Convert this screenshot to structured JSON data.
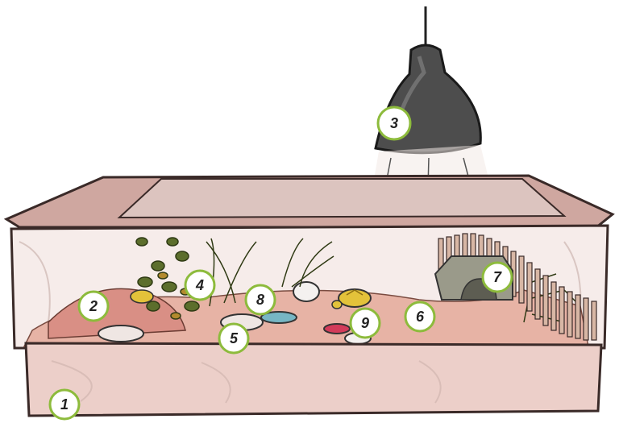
{
  "illustration": {
    "subject": "tortoise-terrarium-with-heat-lamp",
    "callouts": [
      {
        "n": "1",
        "ref": "enclosure"
      },
      {
        "n": "2",
        "ref": "substrate"
      },
      {
        "n": "3",
        "ref": "heat-lamp"
      },
      {
        "n": "4",
        "ref": "plants"
      },
      {
        "n": "5",
        "ref": "rocks-and-wood"
      },
      {
        "n": "6",
        "ref": "sandy-floor"
      },
      {
        "n": "7",
        "ref": "hide-shelter"
      },
      {
        "n": "8",
        "ref": "water-dish"
      },
      {
        "n": "9",
        "ref": "food-dish"
      }
    ]
  },
  "colors": {
    "callout_ring": "#8dbb3c",
    "callout_fill": "#ffffff",
    "glass_frame": "#c9a39b",
    "floor": "#e9b6a8",
    "lamp": "#4a4a4a",
    "plant": "#5c6e2c",
    "tortoise": "#e3c23a"
  }
}
